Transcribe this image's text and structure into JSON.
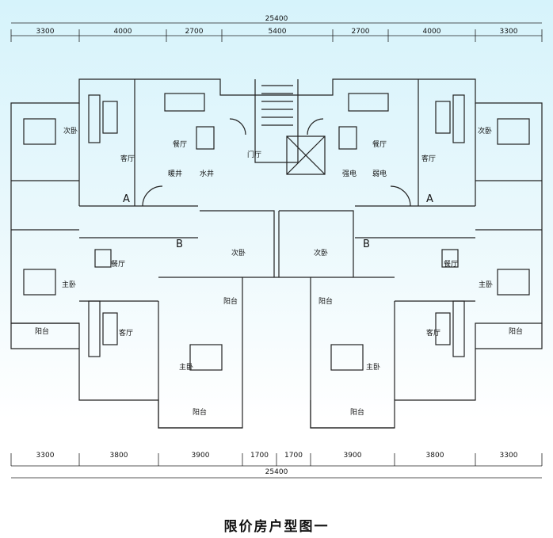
{
  "dimensions": {
    "top_total": "25400",
    "top_segments": [
      "3300",
      "4000",
      "2700",
      "5400",
      "2700",
      "4000",
      "3300"
    ],
    "bottom_segments": [
      "3300",
      "3800",
      "3900",
      "1700",
      "1700",
      "3900",
      "3800",
      "3300"
    ],
    "bottom_total": "25400"
  },
  "rooms": {
    "secondary_bedroom": "次卧",
    "living_room": "客厅",
    "dining_room": "餐厅",
    "foyer": "门厅",
    "master_bedroom": "主卧",
    "balcony": "阳台",
    "electric_shaft": "强电",
    "weak_current": "弱电",
    "pipe_shaft": "暖井",
    "water_shaft": "水井"
  },
  "unit_labels": {
    "a": "A",
    "b": "B"
  },
  "caption": "限价房户型图一",
  "colors": {
    "background_top": "#d6f3fb",
    "line": "#222222"
  }
}
